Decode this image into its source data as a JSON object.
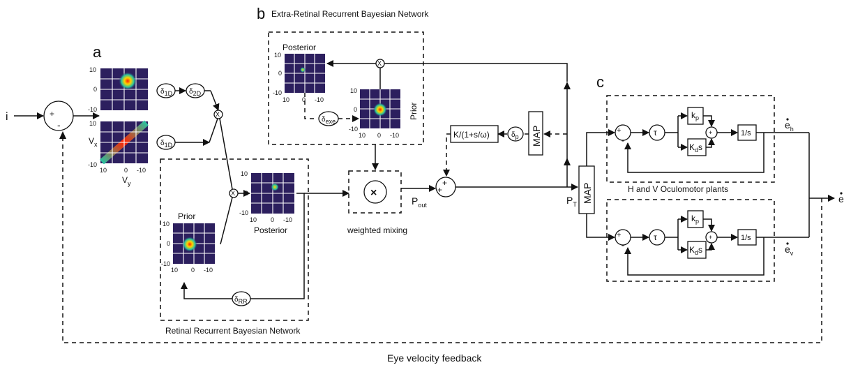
{
  "panels": {
    "a": "a",
    "b": "b",
    "c": "c"
  },
  "titles": {
    "extra_retinal": "Extra-Retinal Recurrent Bayesian Network",
    "retinal": "Retinal Recurrent Bayesian Network",
    "weighted_mixing": "weighted mixing",
    "plants": "H and V Oculomotor plants",
    "feedback": "Eye velocity feedback"
  },
  "signals": {
    "input": "i",
    "p_out_main": "P",
    "p_out_sub": "out",
    "p_t_main": "P",
    "p_t_sub": "T",
    "vx_main": "V",
    "vx_sub": "x",
    "vy_main": "V",
    "vy_sub": "y",
    "eh_main": "e",
    "eh_sub": "h",
    "ev_main": "e",
    "ev_sub": "v",
    "e_out": "e"
  },
  "heatmaps": {
    "posterior_label": "Posterior",
    "prior_label": "Prior",
    "tick_10": "10",
    "tick_0": "0",
    "tick_m10": "-10"
  },
  "blocks": {
    "map": "MAP",
    "lowpass": "K/(1+s/ω)",
    "tau": "τ",
    "kp_main": "k",
    "kp_sub": "p",
    "kd_main": "K",
    "kd_sub": "d",
    "kd_suffix": "s",
    "integrator": "1/s",
    "mult": "X",
    "mix_symbol": "×",
    "plus": "+",
    "minus": "-"
  },
  "delays": {
    "d_main": "δ",
    "d1d": "1D",
    "d2d": "2D",
    "drr": "RR",
    "dexe": "exe",
    "dp": "p"
  },
  "colors": {
    "heatmap_bg": "#2c1f5e",
    "hot_core": "#ff2200",
    "hot_mid": "#ffd400",
    "hot_outer": "#27c2a0"
  }
}
